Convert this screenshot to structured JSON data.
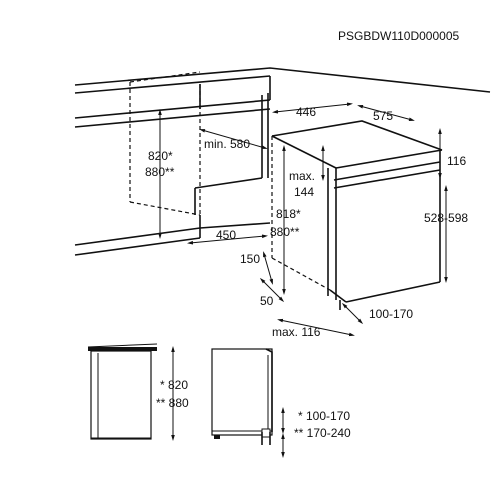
{
  "code": "PSGBDW110D000005",
  "top": {
    "d820_880": [
      "820*",
      "880**"
    ],
    "min580": "min. 580",
    "d450": "450",
    "d446": "446",
    "d575": "575",
    "d116": "116",
    "max144": [
      "max.",
      "144"
    ],
    "d818_880": [
      "818*",
      "880**"
    ],
    "d528_598": "528-598",
    "d150": "150",
    "d50": "50",
    "d100_170": "100-170",
    "max116": "max. 116"
  },
  "bottom": {
    "left_dims": [
      "* 820",
      "** 880"
    ],
    "right_dims": [
      "* 100-170",
      "** 170-240"
    ]
  }
}
